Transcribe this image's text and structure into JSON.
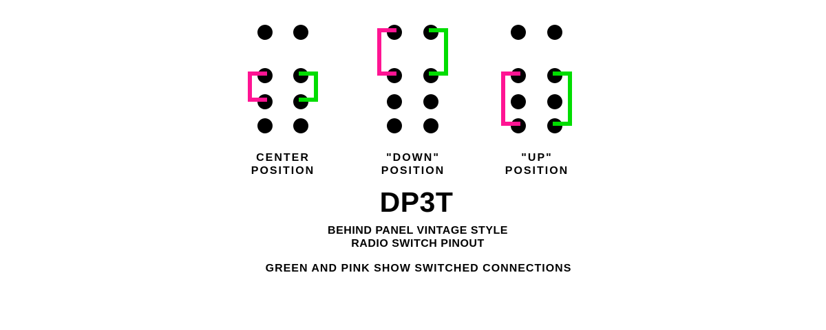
{
  "colors": {
    "pink": "#ff1493",
    "green": "#00dd00",
    "dot": "#000000",
    "text": "#000000",
    "background": "#ffffff"
  },
  "title": "DP3T",
  "subtitle_line1": "BEHIND PANEL VINTAGE STYLE",
  "subtitle_line2": "RADIO SWITCH PINOUT",
  "footer": "GREEN AND PINK SHOW SWITCHED CONNECTIONS",
  "diagram": {
    "pin_grid": {
      "columns": 2,
      "rows": 4
    },
    "positions": [
      {
        "id": "center",
        "label_line1": "CENTER",
        "label_line2": "POSITION",
        "connections": [
          {
            "color": "pink",
            "side": "left",
            "from_row": 2,
            "to_row": 3
          },
          {
            "color": "green",
            "side": "right",
            "from_row": 2,
            "to_row": 3
          }
        ]
      },
      {
        "id": "down",
        "label_line1": "\"DOWN\"",
        "label_line2": "POSITION",
        "connections": [
          {
            "color": "pink",
            "side": "left",
            "from_row": 1,
            "to_row": 2
          },
          {
            "color": "green",
            "side": "right",
            "from_row": 1,
            "to_row": 2
          }
        ]
      },
      {
        "id": "up",
        "label_line1": "\"UP\"",
        "label_line2": "POSITION",
        "connections": [
          {
            "color": "pink",
            "side": "left",
            "from_row": 2,
            "to_row": 4
          },
          {
            "color": "green",
            "side": "right",
            "from_row": 2,
            "to_row": 4
          }
        ]
      }
    ]
  }
}
